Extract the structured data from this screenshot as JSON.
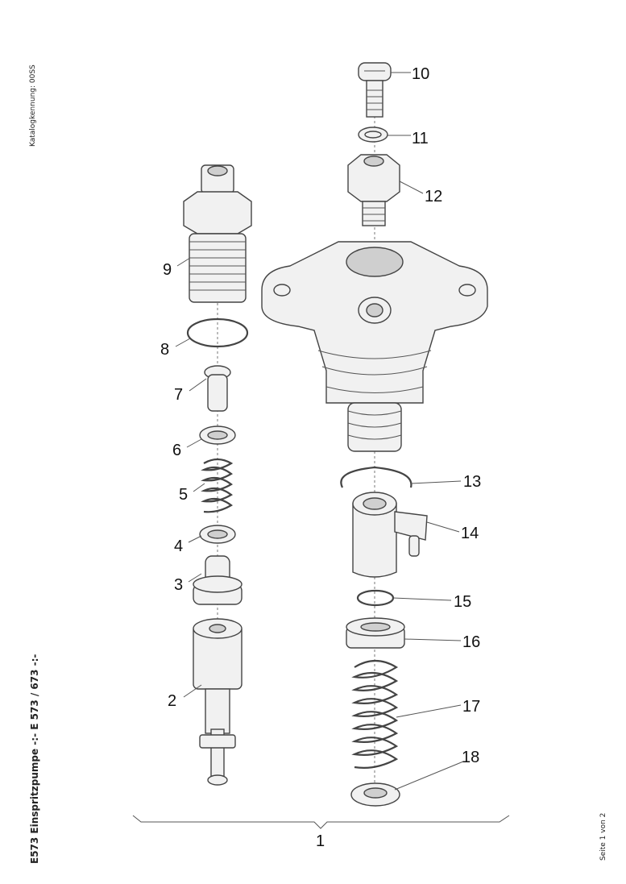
{
  "sidebar_text": {
    "catalog_id": "Katalogkennung: 00SS",
    "title": "E573 Einspritzpumpe   -:- E 573 / 673 -:-",
    "page": "Seite 1 von 2"
  },
  "diagram": {
    "labels": [
      "1",
      "2",
      "3",
      "4",
      "5",
      "6",
      "7",
      "8",
      "9",
      "10",
      "11",
      "12",
      "13",
      "14",
      "15",
      "16",
      "17",
      "18"
    ]
  }
}
